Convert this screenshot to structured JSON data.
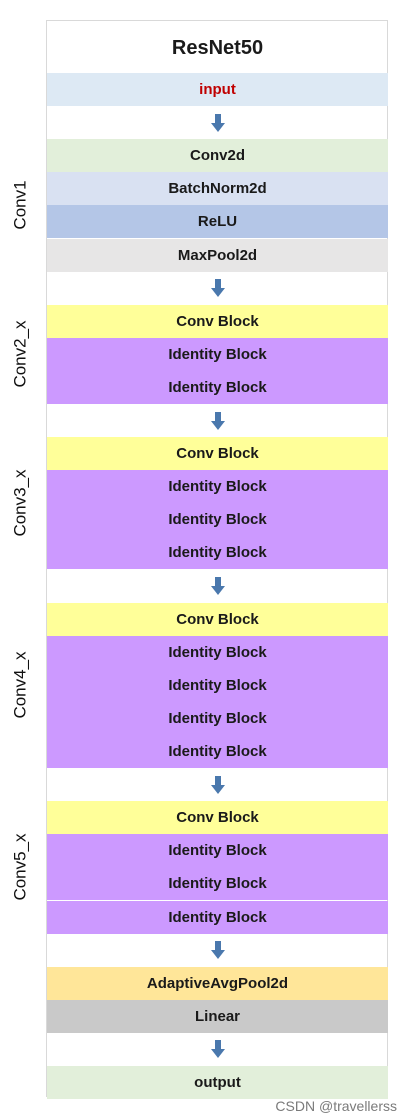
{
  "title": "ResNet50",
  "colors": {
    "input": "#dde9f4",
    "conv2d": "#e2efda",
    "batchnorm": "#d9e1f2",
    "relu": "#b4c6e7",
    "maxpool": "#e7e6e6",
    "conv_block": "#ffff99",
    "identity_block": "#cc99ff",
    "avgpool": "#ffe699",
    "linear": "#c9c9c9",
    "output": "#e2efda",
    "input_text": "#c00000"
  },
  "layers": [
    {
      "label": "input",
      "color_key": "input"
    },
    {
      "arrow": true
    },
    {
      "label": "Conv2d",
      "color_key": "conv2d"
    },
    {
      "label": "BatchNorm2d",
      "color_key": "batchnorm"
    },
    {
      "label": "ReLU",
      "color_key": "relu"
    },
    {
      "label": "MaxPool2d",
      "color_key": "maxpool"
    },
    {
      "arrow": true
    },
    {
      "label": "Conv Block",
      "color_key": "conv_block"
    },
    {
      "label": "Identity Block",
      "color_key": "identity_block"
    },
    {
      "label": "Identity Block",
      "color_key": "identity_block"
    },
    {
      "arrow": true
    },
    {
      "label": "Conv Block",
      "color_key": "conv_block"
    },
    {
      "label": "Identity Block",
      "color_key": "identity_block"
    },
    {
      "label": "Identity Block",
      "color_key": "identity_block"
    },
    {
      "label": "Identity Block",
      "color_key": "identity_block"
    },
    {
      "arrow": true
    },
    {
      "label": "Conv Block",
      "color_key": "conv_block"
    },
    {
      "label": "Identity Block",
      "color_key": "identity_block"
    },
    {
      "label": "Identity Block",
      "color_key": "identity_block"
    },
    {
      "label": "Identity Block",
      "color_key": "identity_block"
    },
    {
      "label": "Identity Block",
      "color_key": "identity_block"
    },
    {
      "arrow": true
    },
    {
      "label": "Conv Block",
      "color_key": "conv_block"
    },
    {
      "label": "Identity Block",
      "color_key": "identity_block"
    },
    {
      "label": "Identity Block",
      "color_key": "identity_block"
    },
    {
      "label": "Identity Block",
      "color_key": "identity_block"
    },
    {
      "arrow": true
    },
    {
      "label": "AdaptiveAvgPool2d",
      "color_key": "avgpool"
    },
    {
      "label": "Linear",
      "color_key": "linear"
    },
    {
      "arrow": true
    },
    {
      "label": "output",
      "color_key": "output"
    }
  ],
  "stages": [
    {
      "label": "Conv1",
      "first": 2,
      "last": 5
    },
    {
      "label": "Conv2_x",
      "first": 7,
      "last": 9
    },
    {
      "label": "Conv3_x",
      "first": 11,
      "last": 14
    },
    {
      "label": "Conv4_x",
      "first": 16,
      "last": 20
    },
    {
      "label": "Conv5_x",
      "first": 22,
      "last": 25
    }
  ],
  "watermark": "CSDN @travellerss"
}
